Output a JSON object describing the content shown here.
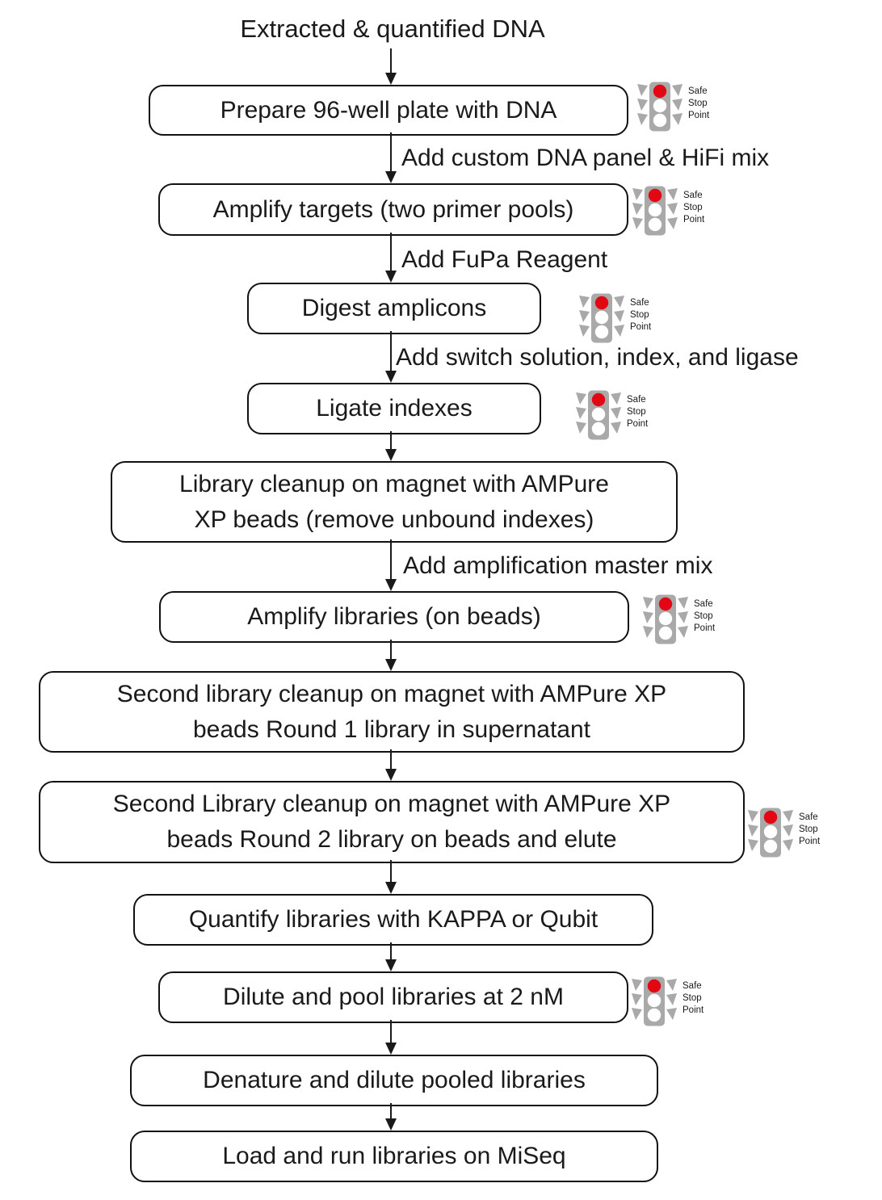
{
  "diagram": {
    "title": "Extracted & quantified DNA",
    "safe_stop_label": {
      "line1": "Safe",
      "line2": "Stop",
      "line3": "Point"
    },
    "colors": {
      "safe_stop_red": "#e30613",
      "traffic_light_gray": "#a9a9a9",
      "box_border": "#111111",
      "text": "#1a1a1a",
      "background": "#ffffff"
    },
    "nodes": [
      {
        "label": "Prepare 96-well plate with DNA",
        "lines": [
          "Prepare 96-well plate with DNA"
        ],
        "safe_stop_point": true
      },
      {
        "label": "Amplify targets (two primer pools)",
        "lines": [
          "Amplify targets (two primer pools)"
        ],
        "safe_stop_point": true
      },
      {
        "label": "Digest amplicons",
        "lines": [
          "Digest amplicons"
        ],
        "safe_stop_point": true
      },
      {
        "label": "Ligate indexes",
        "lines": [
          "Ligate indexes"
        ],
        "safe_stop_point": true
      },
      {
        "label": "Library cleanup on magnet with AMPure XP beads (remove unbound indexes)",
        "lines": [
          "Library cleanup on magnet with AMPure",
          "XP beads (remove unbound indexes)"
        ],
        "safe_stop_point": false
      },
      {
        "label": "Amplify libraries (on beads)",
        "lines": [
          "Amplify libraries (on beads)"
        ],
        "safe_stop_point": true
      },
      {
        "label": "Second library cleanup on magnet with AMPure XP beads Round 1 library in supernatant",
        "lines": [
          "Second library cleanup on magnet with AMPure XP",
          "beads Round 1 library in supernatant"
        ],
        "safe_stop_point": false
      },
      {
        "label": "Second Library cleanup on magnet with AMPure XP beads Round 2 library on beads and elute",
        "lines": [
          "Second Library cleanup on magnet with AMPure XP",
          "beads Round 2 library on beads and elute"
        ],
        "safe_stop_point": true
      },
      {
        "label": "Quantify libraries with KAPPA or Qubit",
        "lines": [
          "Quantify libraries with KAPPA or Qubit"
        ],
        "safe_stop_point": false
      },
      {
        "label": "Dilute and pool libraries at 2 nM",
        "lines": [
          "Dilute and pool libraries at 2 nM"
        ],
        "safe_stop_point": true
      },
      {
        "label": "Denature and dilute pooled libraries",
        "lines": [
          "Denature and dilute pooled libraries"
        ],
        "safe_stop_point": false
      },
      {
        "label": "Load and run libraries on MiSeq",
        "lines": [
          "Load and run libraries on MiSeq"
        ],
        "safe_stop_point": false
      }
    ],
    "edge_labels": [
      "Add custom DNA panel & HiFi mix",
      "Add FuPa Reagent",
      "Add switch solution, index, and ligase",
      "Add amplification master mix"
    ]
  }
}
